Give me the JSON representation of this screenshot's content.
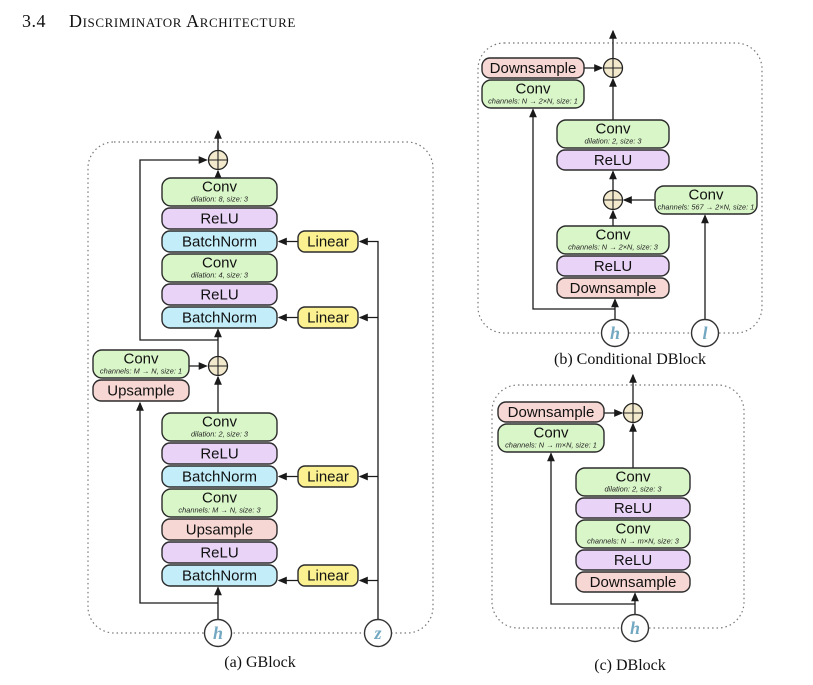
{
  "heading": {
    "number": "3.4",
    "title": "Discriminator Architecture"
  },
  "colors": {
    "conv_fill": "#d9f6c8",
    "relu_fill": "#e9d4f8",
    "batchnorm_fill": "#c3edf9",
    "linear_fill": "#fbf190",
    "resample_fill": "#f7d7d3",
    "sum_node_fill": "#f3e9cc",
    "input_letter": "#73a8c2",
    "box_border": "#2b2b2b",
    "line": "#1a1a1a",
    "dotted_border": "#777777"
  },
  "icons": {
    "sum": "circled-plus"
  },
  "diagrams": {
    "gblock": {
      "caption": "(a) GBlock",
      "inputs": {
        "h": "h",
        "z": "z"
      },
      "upper_stack": [
        {
          "label": "Conv",
          "sub": "dilation: 8, size: 3"
        },
        {
          "label": "ReLU"
        },
        {
          "label": "BatchNorm"
        },
        {
          "label": "Conv",
          "sub": "dilation: 4, size: 3"
        },
        {
          "label": "ReLU"
        },
        {
          "label": "BatchNorm"
        }
      ],
      "skip_boxes": [
        {
          "label": "Conv",
          "sub": "channels: M → N, size: 1"
        },
        {
          "label": "Upsample"
        }
      ],
      "lower_stack": [
        {
          "label": "Conv",
          "sub": "dilation: 2, size: 3"
        },
        {
          "label": "ReLU"
        },
        {
          "label": "BatchNorm"
        },
        {
          "label": "Conv",
          "sub": "channels: M → N, size: 3"
        },
        {
          "label": "Upsample"
        },
        {
          "label": "ReLU"
        },
        {
          "label": "BatchNorm"
        }
      ],
      "linears": [
        {
          "label": "Linear"
        },
        {
          "label": "Linear"
        },
        {
          "label": "Linear"
        },
        {
          "label": "Linear"
        }
      ]
    },
    "cond_dblock": {
      "caption": "(b) Conditional DBlock",
      "inputs": {
        "h": "h",
        "l": "l"
      },
      "skip_boxes": [
        {
          "label": "Downsample"
        },
        {
          "label": "Conv",
          "sub": "channels: N → 2×N, size: 1"
        }
      ],
      "upper_stack": [
        {
          "label": "Conv",
          "sub": "dilation: 2, size: 3"
        },
        {
          "label": "ReLU"
        }
      ],
      "cond_conv": {
        "label": "Conv",
        "sub": "channels: 567 → 2×N, size: 1"
      },
      "lower_stack": [
        {
          "label": "Conv",
          "sub": "channels: N → 2×N, size: 3"
        },
        {
          "label": "ReLU"
        },
        {
          "label": "Downsample"
        }
      ]
    },
    "dblock": {
      "caption": "(c) DBlock",
      "inputs": {
        "h": "h"
      },
      "skip_boxes": [
        {
          "label": "Downsample"
        },
        {
          "label": "Conv",
          "sub": "channels: N → m×N, size: 1"
        }
      ],
      "stack": [
        {
          "label": "Conv",
          "sub": "dilation: 2, size: 3"
        },
        {
          "label": "ReLU"
        },
        {
          "label": "Conv",
          "sub": "channels: N → m×N, size: 3"
        },
        {
          "label": "ReLU"
        },
        {
          "label": "Downsample"
        }
      ]
    }
  }
}
